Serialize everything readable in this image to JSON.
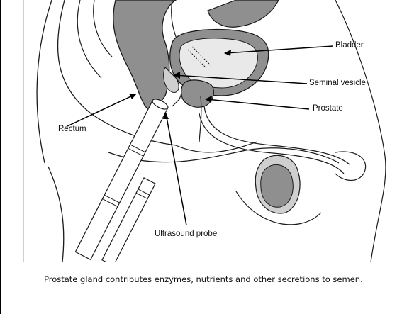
{
  "diagram": {
    "labels": {
      "bladder": "Bladder",
      "seminal_vesicle": "Seminal vesicle",
      "prostate": "Prostate",
      "rectum": "Rectum",
      "ultrasound_probe": "Ultrasound probe"
    },
    "colors": {
      "tissue_fill": "#8f8f8f",
      "light_fill": "#cfcfcf",
      "line": "#1a1a1a"
    }
  },
  "caption": "Prostate gland contributes enzymes, nutrients and other secretions to semen."
}
